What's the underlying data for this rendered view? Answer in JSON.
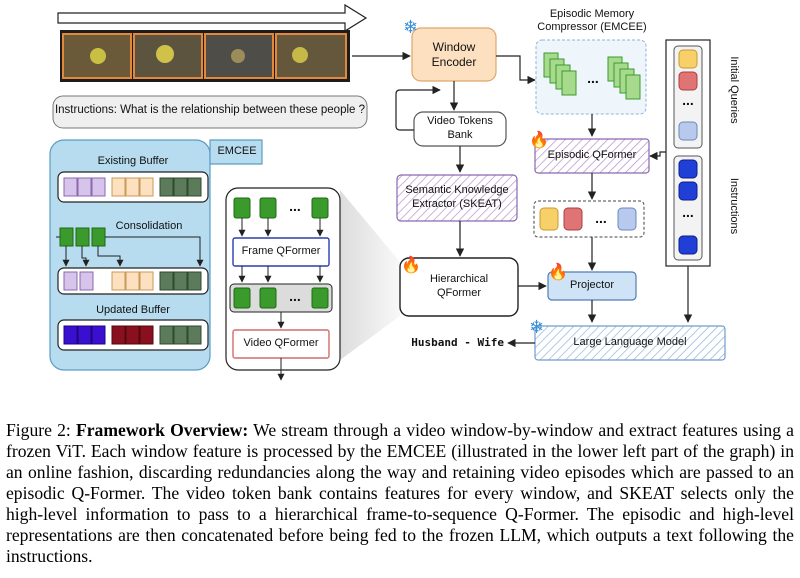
{
  "diagram": {
    "instruction_text": "Instructions: What is the relationship between these people ?",
    "window_encoder": "Window\nEncoder",
    "emcee_title": "Episodic Memory\nCompressor (EMCEE)",
    "video_tokens_bank": "Video Tokens\nBank",
    "skeat": "Semantic Knowledge\nExtractor (SKEAT)",
    "hierarchical_qformer": "Hierarchical\nQFormer",
    "episodic_qformer": "Episodic QFormer",
    "projector": "Projector",
    "llm": "Large Language Model",
    "output": "Husband - Wife",
    "initial_queries": "Initial Queries",
    "instructions": "Instructions",
    "emcee_panel": {
      "tag": "EMCEE",
      "existing_buffer": "Existing Buffer",
      "consolidation": "Consolidation",
      "updated_buffer": "Updated Buffer"
    },
    "hier_detail": {
      "frame_qformer": "Frame QFormer",
      "video_qformer": "Video QFormer"
    },
    "ellipsis": "..."
  },
  "caption": {
    "label": "Figure 2:",
    "title": "Framework Overview:",
    "text": "We stream through a video window-by-window and extract features using a frozen ViT. Each window feature is processed by the EMCEE (illustrated in the lower left part of the graph) in an online fashion, discarding redundancies along the way and retaining video episodes which are passed to an episodic Q-Former. The video token bank contains features for every window, and SKEAT selects only the high-level information to pass to a hierarchical frame-to-sequence Q-Former. The episodic and high-level representations are then concatenated before being fed to the frozen LLM, which outputs a text following the instructions."
  },
  "colors": {
    "encoder_fill": "#fde0bf",
    "token_green": "#3a9a2c",
    "emcee_panel": "#b7dcef",
    "projector_fill": "#cfe3f6",
    "hatch_purple": "#b38fd0",
    "hatch_blue": "#8fb4da",
    "query_yellow": "#f8d06a",
    "query_red": "#e07474",
    "query_blue": "#b7c9ec",
    "instr_blue": "#1f3fd6"
  },
  "icons": [
    "snowflake-icon",
    "fire-icon",
    "arrow-icon"
  ]
}
